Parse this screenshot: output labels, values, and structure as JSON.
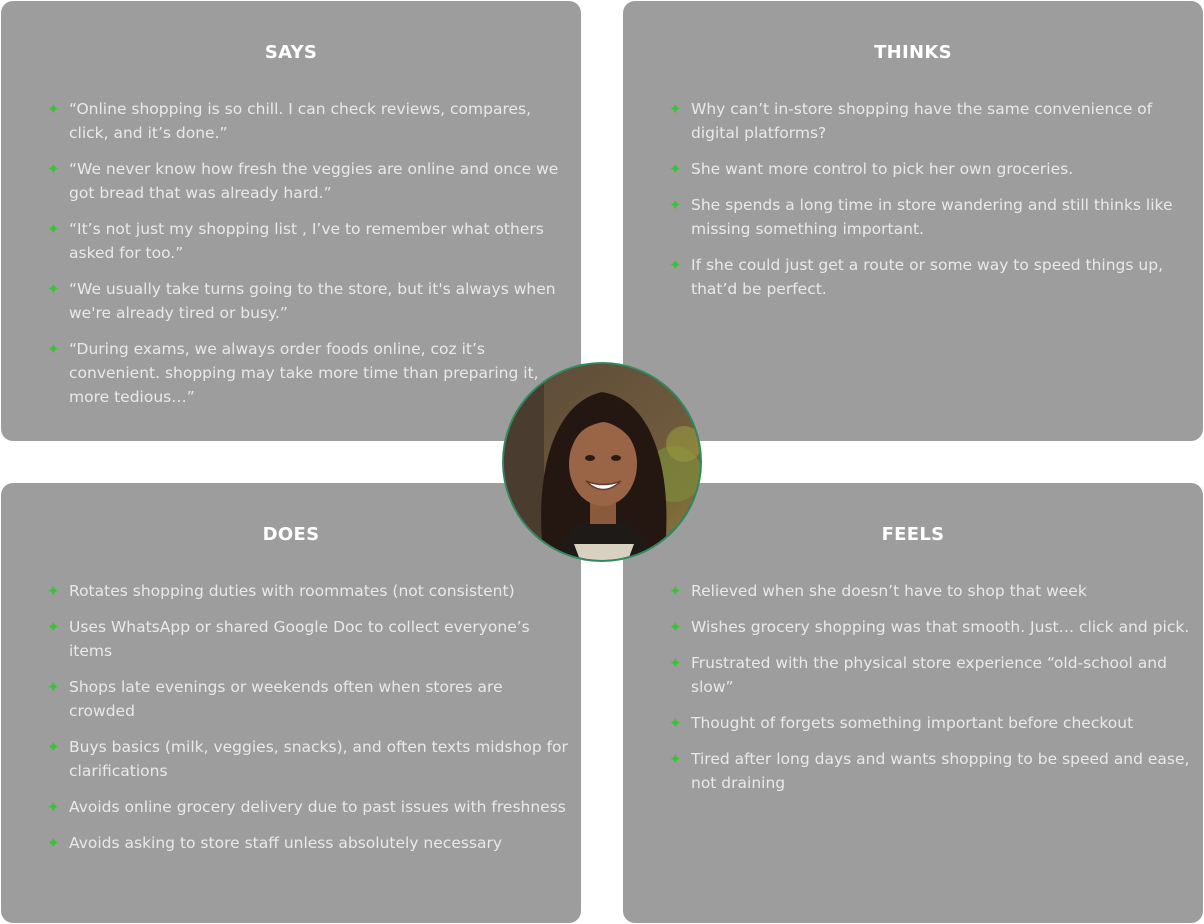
{
  "says": {
    "title": "SAYS",
    "items": [
      "“Online shopping is so chill. I can check reviews, compares, click, and it’s done.”",
      "“We never know how fresh the veggies are online and once we got bread that was already hard.”",
      "“It’s not just my shopping list , I’ve to remember what others asked for too.”",
      "“We usually take turns going to the store, but it's always when we're already tired or busy.”",
      "“During exams, we always order foods online, coz it’s convenient. shopping may take more time than preparing it, more tedious…”"
    ]
  },
  "thinks": {
    "title": "THINKS",
    "items": [
      "Why can’t in-store shopping have the same convenience of digital platforms?",
      "She want more control to pick her own groceries.",
      "She spends a long time in store wandering and still thinks like missing something important.",
      "If she could just get a route or some way to speed things up, that’d be perfect."
    ]
  },
  "does": {
    "title": "DOES",
    "items": [
      "Rotates shopping duties with roommates (not consistent)",
      "Uses WhatsApp or shared Google Doc to collect everyone’s items",
      "Shops late evenings or weekends often when stores are crowded",
      "Buys basics (milk, veggies, snacks), and often texts midshop for clarifications",
      "Avoids online grocery delivery due to past issues with freshness",
      "Avoids asking to store staff unless absolutely necessary"
    ]
  },
  "feels": {
    "title": "FEELS",
    "items": [
      "Relieved when she doesn’t have to shop that week",
      "Wishes grocery shopping was that smooth. Just… click and pick.",
      "Frustrated with the physical store experience “old-school and slow”",
      "Thought of forgets something important before checkout",
      "Tired after long days and wants shopping to be speed and ease, not draining"
    ]
  },
  "style": {
    "panel_color": "#9c9d9c",
    "bullet_color": "#3dbf3d",
    "portrait_border": "#2f8a5e",
    "bullet_icon": "green-star-bullet"
  }
}
